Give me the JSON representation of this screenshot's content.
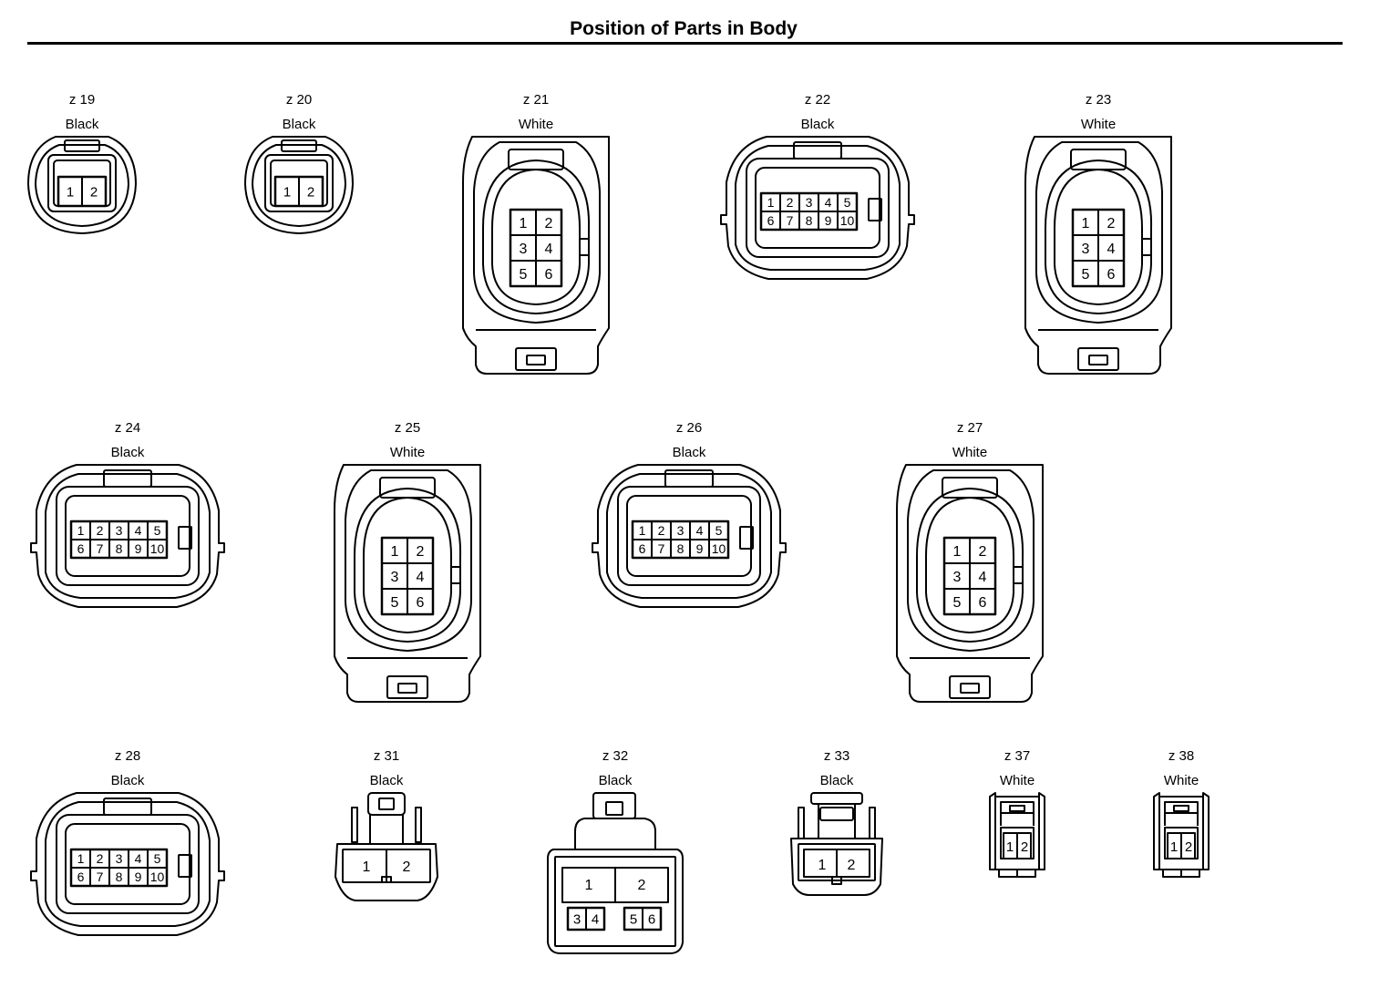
{
  "title": "Position of Parts in Body",
  "connectors": [
    {
      "id": "z 19",
      "color": "Black",
      "shape": "oval2",
      "pins": [
        "1",
        "2"
      ]
    },
    {
      "id": "z 20",
      "color": "Black",
      "shape": "oval2",
      "pins": [
        "1",
        "2"
      ]
    },
    {
      "id": "z 21",
      "color": "White",
      "shape": "tall6",
      "pins": [
        "1",
        "2",
        "3",
        "4",
        "5",
        "6"
      ]
    },
    {
      "id": "z 22",
      "color": "Black",
      "shape": "wide10",
      "pins": [
        "1",
        "2",
        "3",
        "4",
        "5",
        "6",
        "7",
        "8",
        "9",
        "10"
      ]
    },
    {
      "id": "z 23",
      "color": "White",
      "shape": "tall6",
      "pins": [
        "1",
        "2",
        "3",
        "4",
        "5",
        "6"
      ]
    },
    {
      "id": "z 24",
      "color": "Black",
      "shape": "wide10",
      "pins": [
        "1",
        "2",
        "3",
        "4",
        "5",
        "6",
        "7",
        "8",
        "9",
        "10"
      ]
    },
    {
      "id": "z 25",
      "color": "White",
      "shape": "tall6",
      "pins": [
        "1",
        "2",
        "3",
        "4",
        "5",
        "6"
      ]
    },
    {
      "id": "z 26",
      "color": "Black",
      "shape": "wide10",
      "pins": [
        "1",
        "2",
        "3",
        "4",
        "5",
        "6",
        "7",
        "8",
        "9",
        "10"
      ]
    },
    {
      "id": "z 27",
      "color": "White",
      "shape": "tall6",
      "pins": [
        "1",
        "2",
        "3",
        "4",
        "5",
        "6"
      ]
    },
    {
      "id": "z 28",
      "color": "Black",
      "shape": "wide10",
      "pins": [
        "1",
        "2",
        "3",
        "4",
        "5",
        "6",
        "7",
        "8",
        "9",
        "10"
      ]
    },
    {
      "id": "z 31",
      "color": "Black",
      "shape": "plug2",
      "pins": [
        "1",
        "2"
      ]
    },
    {
      "id": "z 32",
      "color": "Black",
      "shape": "box6",
      "pins": [
        "1",
        "2",
        "3",
        "4",
        "5",
        "6"
      ]
    },
    {
      "id": "z 33",
      "color": "Black",
      "shape": "plug2b",
      "pins": [
        "1",
        "2"
      ]
    },
    {
      "id": "z 37",
      "color": "White",
      "shape": "small2",
      "pins": [
        "1",
        "2"
      ]
    },
    {
      "id": "z 38",
      "color": "White",
      "shape": "small2",
      "pins": [
        "1",
        "2"
      ]
    }
  ]
}
